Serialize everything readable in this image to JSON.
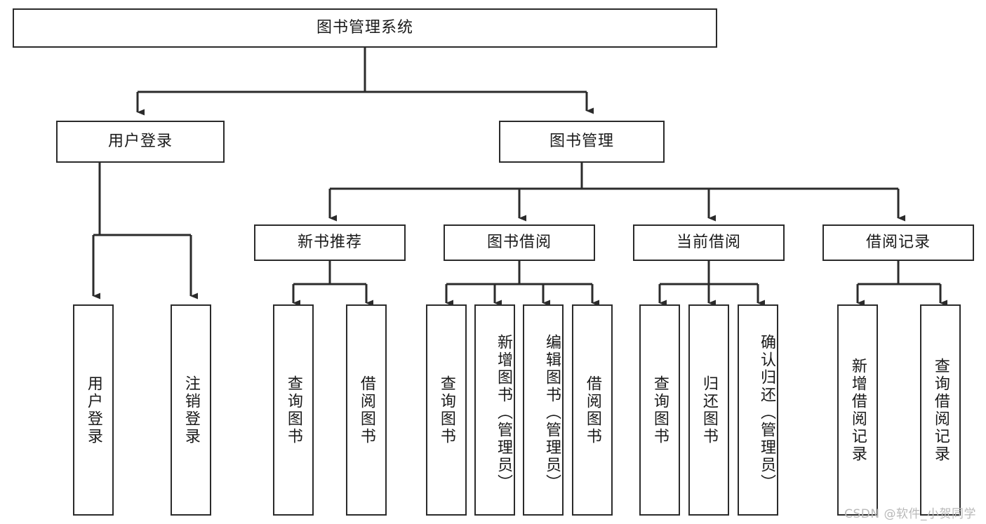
{
  "diagram": {
    "title": "图书管理系统",
    "type": "tree-hierarchy-diagram",
    "colors": {
      "stroke": "#2b2b2b",
      "fill": "#ffffff",
      "text": "#1a1a1a",
      "watermark": "#b9b9b9"
    },
    "root": {
      "label": "图书管理系统"
    },
    "level2": [
      {
        "label": "用户登录"
      },
      {
        "label": "图书管理"
      }
    ],
    "level3": [
      {
        "label": "新书推荐"
      },
      {
        "label": "图书借阅"
      },
      {
        "label": "当前借阅"
      },
      {
        "label": "借阅记录"
      }
    ],
    "leaves": {
      "user_login": [
        {
          "label": "用户登录"
        },
        {
          "label": "注销登录"
        }
      ],
      "new_book": [
        {
          "label": "查询图书"
        },
        {
          "label": "借阅图书"
        }
      ],
      "borrow_book": [
        {
          "label": "查询图书"
        },
        {
          "label": "新增图书（管理员）"
        },
        {
          "label": "编辑图书（管理员）"
        },
        {
          "label": "借阅图书"
        }
      ],
      "current_borrow": [
        {
          "label": "查询图书"
        },
        {
          "label": "归还图书"
        },
        {
          "label": "确认归还（管理员）"
        }
      ],
      "borrow_record": [
        {
          "label": "新增借阅记录"
        },
        {
          "label": "查询借阅记录"
        }
      ]
    },
    "watermark": "CSDN @软件_小贺同学"
  }
}
